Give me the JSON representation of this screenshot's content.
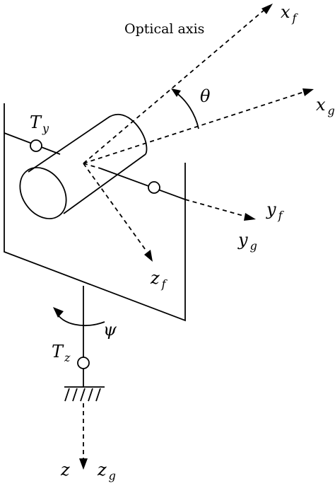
{
  "caption": "Optical axis",
  "labels": {
    "xf": {
      "main": "x",
      "sub": "f"
    },
    "xg": {
      "main": "x",
      "sub": "g"
    },
    "yf": {
      "main": "y",
      "sub": "f"
    },
    "yg": {
      "main": "y",
      "sub": "g"
    },
    "zf": {
      "main": "z",
      "sub": "f"
    },
    "zg": {
      "main": "z",
      "sub": "g"
    },
    "z": {
      "main": "z"
    },
    "Ty": {
      "main": "T",
      "sub": "y"
    },
    "Tz": {
      "main": "T",
      "sub": "z"
    },
    "theta": {
      "main": "θ"
    },
    "psi": {
      "main": "ψ"
    }
  }
}
